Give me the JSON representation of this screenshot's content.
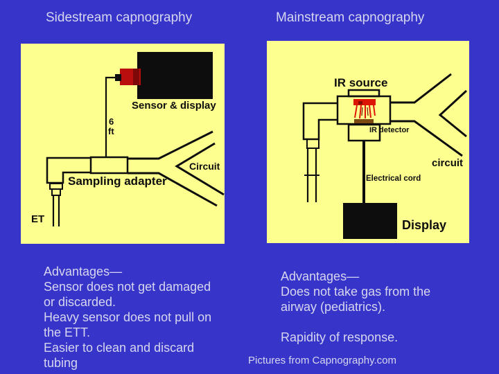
{
  "slide": {
    "background_color": "#3734c9",
    "panel_color": "#fdff8e",
    "text_color": "#d6d6f0",
    "diagram_line_color": "#0d0d0d",
    "ir_red_color": "#dd1505",
    "ir_detector_brown_color": "#7c4a11",
    "ir_label_color": "#c03c0c"
  },
  "titles": {
    "left": "Sidestream capnography",
    "right": "Mainstream capnography"
  },
  "left_diagram": {
    "labels": {
      "sensor_display": "Sensor & display",
      "six": "6",
      "ft": "ft",
      "sampling_adapter": "Sampling adapter",
      "circuit": "Circuit",
      "et": "ET"
    }
  },
  "right_diagram": {
    "labels": {
      "ir_source": "IR source",
      "ir_detector": "IR detector",
      "electrical_cord": "Electrical cord",
      "circuit": "circuit",
      "display": "Display"
    }
  },
  "advantages_left": {
    "lines": [
      "Advantages—",
      "Sensor does not get damaged",
      "or discarded.",
      "Heavy sensor does not pull on",
      "the ETT.",
      "Easier to clean and discard",
      "tubing"
    ]
  },
  "advantages_right": {
    "lines": [
      "Advantages—",
      "Does not take gas from the",
      "airway (pediatrics).",
      "",
      "Rapidity of response."
    ]
  },
  "caption": "Pictures from Capnography.com"
}
